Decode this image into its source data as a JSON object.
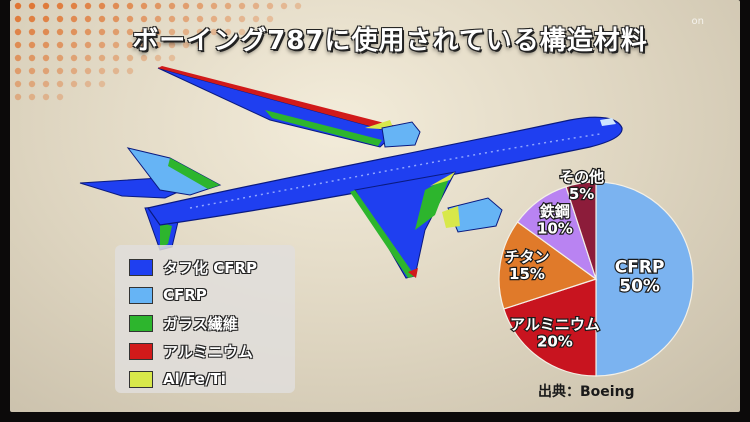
{
  "title": "ボーイング787に使用されている構造材料",
  "watermark": "on",
  "source": "出典：Boeing",
  "legend": {
    "items": [
      {
        "label": "タフ化 CFRP",
        "color": "#1f3ff0"
      },
      {
        "label": "CFRP",
        "color": "#66b4f5"
      },
      {
        "label": "ガラス繊維",
        "color": "#2db52d"
      },
      {
        "label": "アルミニウム",
        "color": "#d11a1a"
      },
      {
        "label": "Al/Fe/Ti",
        "color": "#d8e84a"
      }
    ]
  },
  "chart_data": {
    "type": "pie",
    "categories": [
      "CFRP",
      "アルミニウム",
      "チタン",
      "鉄鋼",
      "その他"
    ],
    "values": [
      50,
      20,
      15,
      10,
      5
    ],
    "labels": [
      "50%",
      "20%",
      "15%",
      "10%",
      "5%"
    ],
    "colors": [
      "#7bb3f0",
      "#c8141f",
      "#e07a2a",
      "#b983f2",
      "#8c1c3a"
    ],
    "start_angle_deg": 0,
    "direction": "clockwise"
  }
}
